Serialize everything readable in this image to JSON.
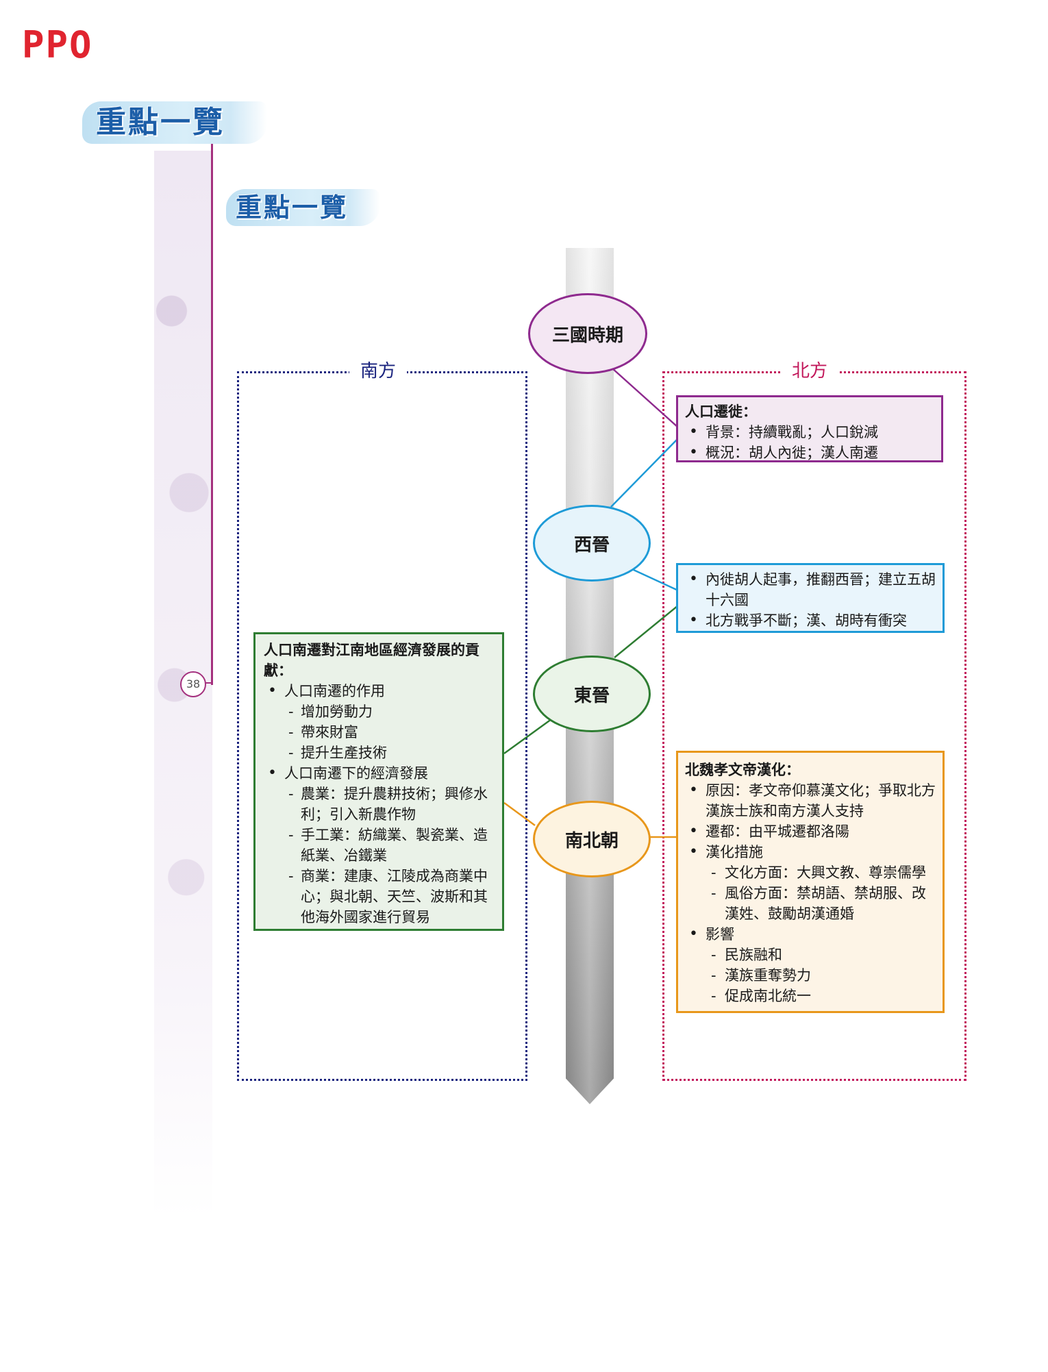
{
  "header": {
    "logo": "PPO",
    "title": "重點一覽",
    "subtitle": "重點一覽",
    "page_number": "38"
  },
  "regions": {
    "south_label": "南方",
    "north_label": "北方"
  },
  "timeline": {
    "periods": [
      {
        "label": "三國時期",
        "color": "#8e2a8e"
      },
      {
        "label": "西晉",
        "color": "#1e9bd7"
      },
      {
        "label": "東晉",
        "color": "#2e7d32"
      },
      {
        "label": "南北朝",
        "color": "#e8971b"
      }
    ]
  },
  "boxes": {
    "migration": {
      "heading": "人口遷徙：",
      "items": [
        "背景：持續戰亂；人口銳減",
        "概況：胡人內徙；漢人南遷"
      ]
    },
    "xijin": {
      "items": [
        "內徙胡人起事，推翻西晉；建立五胡十六國",
        "北方戰爭不斷；漢、胡時有衝突"
      ]
    },
    "south": {
      "heading": "人口南遷對江南地區經濟發展的貢獻：",
      "role_title": "人口南遷的作用",
      "roles": [
        "增加勞動力",
        "帶來財富",
        "提升生產技術"
      ],
      "dev_title": "人口南遷下的經濟發展",
      "devs": [
        "農業：提升農耕技術；興修水利；引入新農作物",
        "手工業：紡織業、製瓷業、造紙業、冶鐵業",
        "商業：建康、江陵成為商業中心；與北朝、天竺、波斯和其他海外國家進行貿易"
      ]
    },
    "north": {
      "heading": "北魏孝文帝漢化：",
      "reason": "原因：孝文帝仰慕漢文化；爭取北方漢族士族和南方漢人支持",
      "capital": "遷都：由平城遷都洛陽",
      "measures_title": "漢化措施",
      "measures": [
        "文化方面：大興文教、尊崇儒學",
        "風俗方面：禁胡語、禁胡服、改漢姓、鼓勵胡漢通婚"
      ],
      "impact_title": "影響",
      "impacts": [
        "民族融和",
        "漢族重奪勢力",
        "促成南北統一"
      ]
    }
  }
}
